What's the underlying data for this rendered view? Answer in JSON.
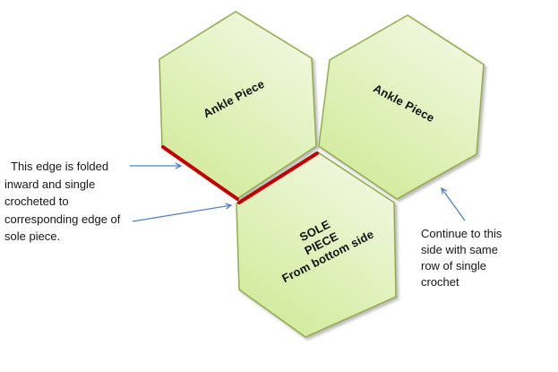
{
  "pieces": {
    "ankle_left": {
      "label": "Ankle Piece"
    },
    "ankle_right": {
      "label": "Ankle Piece"
    },
    "sole": {
      "lines": [
        "SOLE",
        "PIECE",
        "From bottom side"
      ]
    }
  },
  "annotations": {
    "fold_note": {
      "lines": [
        "This edge is folded",
        "inward and single",
        "crocheted to",
        "corresponding edge of",
        "sole piece."
      ]
    },
    "continue_note": {
      "lines": [
        "Continue to this",
        "side with same",
        "row of single",
        "crochet"
      ]
    }
  },
  "colors": {
    "hexagon_fill_light": "#f2f9e3",
    "hexagon_fill_dark": "#d0ea97",
    "hexagon_stroke": "#95ac4b",
    "fold_edge_red": "#c00000",
    "arrow_blue": "#4f81bd",
    "text": "#000000"
  }
}
